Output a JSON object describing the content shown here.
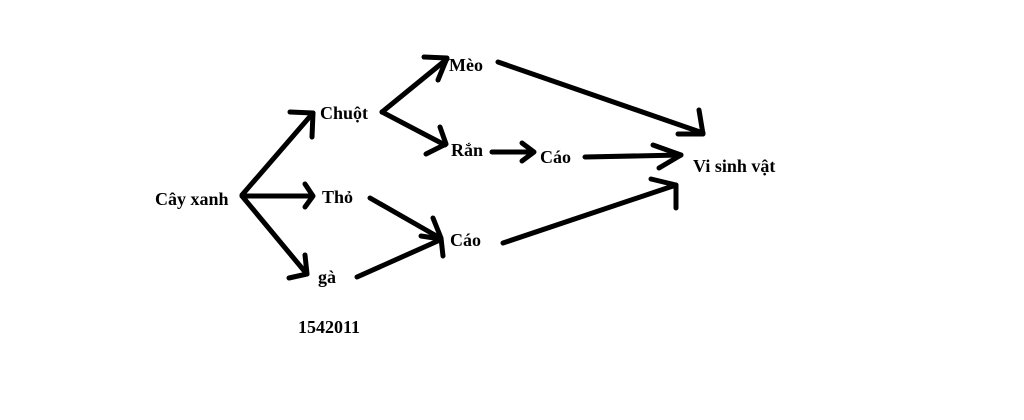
{
  "title": "Food web diagram",
  "nodes": {
    "cay_xanh": "Cây xanh",
    "chuot": "Chuột",
    "tho": "Thỏ",
    "ga": "gà",
    "meo": "Mèo",
    "ran": "Rắn",
    "cao_upper": "Cáo",
    "cao_lower": "Cáo",
    "vi_sinh_vat": "Vi sinh vật"
  },
  "edges": [
    [
      "Cây xanh",
      "Chuột"
    ],
    [
      "Cây xanh",
      "Thỏ"
    ],
    [
      "Cây xanh",
      "gà"
    ],
    [
      "Chuột",
      "Mèo"
    ],
    [
      "Chuột",
      "Rắn"
    ],
    [
      "Rắn",
      "Cáo"
    ],
    [
      "Thỏ",
      "Cáo"
    ],
    [
      "gà",
      "Cáo"
    ],
    [
      "Mèo",
      "Vi sinh vật"
    ],
    [
      "Cáo",
      "Vi sinh vật"
    ],
    [
      "Cáo",
      "Vi sinh vật"
    ]
  ],
  "caption": "1542011"
}
